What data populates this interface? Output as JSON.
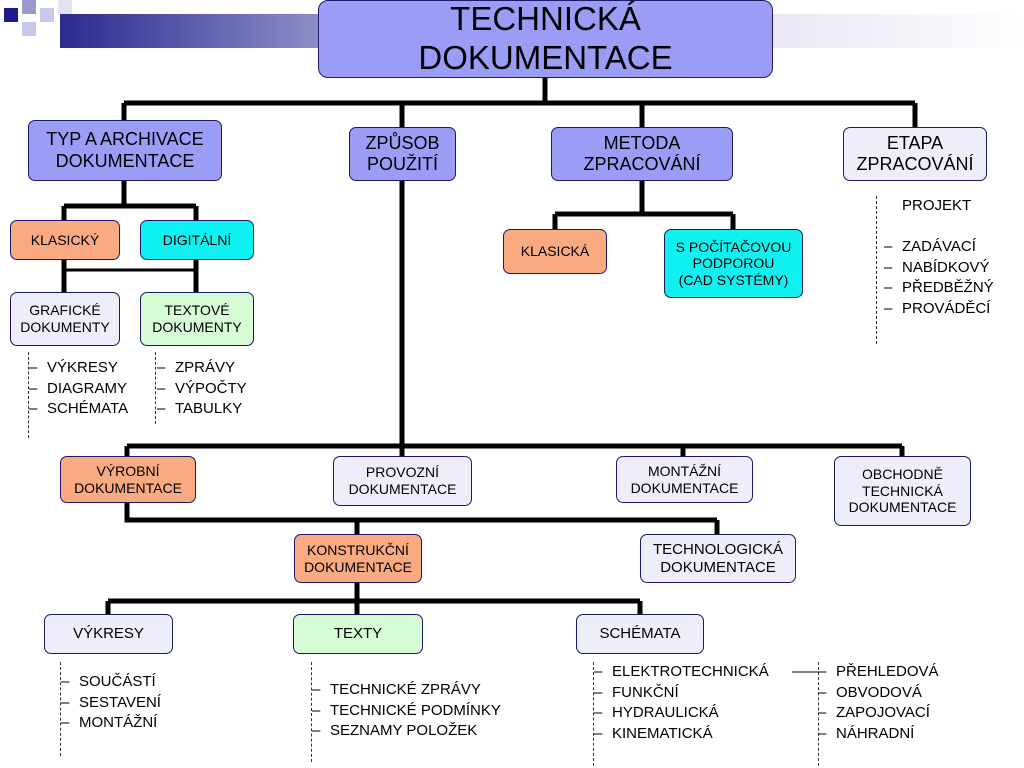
{
  "colors": {
    "blue": "#9b9cf6",
    "pale": "#eeeefb",
    "orange": "#f9aa80",
    "cyan": "#0ff0f0",
    "green": "#d6fcd6",
    "line": "#000000"
  },
  "title": "TECHNICKÁ DOKUMENTACE",
  "level1": {
    "typ": "TYP A ARCHIVACE\nDOKUMENTACE",
    "zpusob": "ZPŮSOB\nPOUŽITÍ",
    "metoda": "METODA\nZPRACOVÁNÍ",
    "etapa": "ETAPA\nZPRACOVÁNÍ"
  },
  "typ_branch": {
    "klasicky": "KLASICKÝ",
    "digitalni": "DIGITÁLNÍ",
    "graficke": "GRAFICKÉ\nDOKUMENTY",
    "textove": "TEXTOVÉ\nDOKUMENTY",
    "graficke_items": [
      "VÝKRESY",
      "DIAGRAMY",
      "SCHÉMATA"
    ],
    "textove_items": [
      "ZPRÁVY",
      "VÝPOČTY",
      "TABULKY"
    ]
  },
  "metoda_branch": {
    "klasicka": "KLASICKÁ",
    "pocitacova": "S POČÍTAČOVOU\nPODPOROU\n(CAD SYSTÉMY)"
  },
  "etapa_branch": {
    "heading": "PROJEKT",
    "items": [
      "ZADÁVACÍ",
      "NABÍDKOVÝ",
      "PŘEDBĚŽNÝ",
      "PROVÁDĚCÍ"
    ]
  },
  "zpusob_branch": {
    "vyrobni": "VÝROBNÍ\nDOKUMENTACE",
    "provozni": "PROVOZNÍ\nDOKUMENTACE",
    "montazni": "MONTÁŽNÍ\nDOKUMENTACE",
    "obchodne": "OBCHODNĚ\nTECHNICKÁ\nDOKUMENTACE"
  },
  "vyrobni_branch": {
    "konstrukcni": "KONSTRUKČNÍ\nDOKUMENTACE",
    "technologicka": "TECHNOLOGICKÁ\nDOKUMENTACE"
  },
  "konstrukcni_branch": {
    "vykresy": "VÝKRESY",
    "texty": "TEXTY",
    "schemata": "SCHÉMATA",
    "vykresy_items": [
      "SOUČÁSTÍ",
      "SESTAVENÍ",
      "MONTÁŽNÍ"
    ],
    "texty_items": [
      "TECHNICKÉ ZPRÁVY",
      "TECHNICKÉ PODMÍNKY",
      "SEZNAMY POLOŽEK"
    ],
    "schemata_items": [
      "ELEKTROTECHNICKÁ",
      "FUNKČNÍ",
      "HYDRAULICKÁ",
      "KINEMATICKÁ"
    ],
    "schemata_items2": [
      "PŘEHLEDOVÁ",
      "OBVODOVÁ",
      "ZAPOJOVACÍ",
      "NÁHRADNÍ"
    ]
  }
}
